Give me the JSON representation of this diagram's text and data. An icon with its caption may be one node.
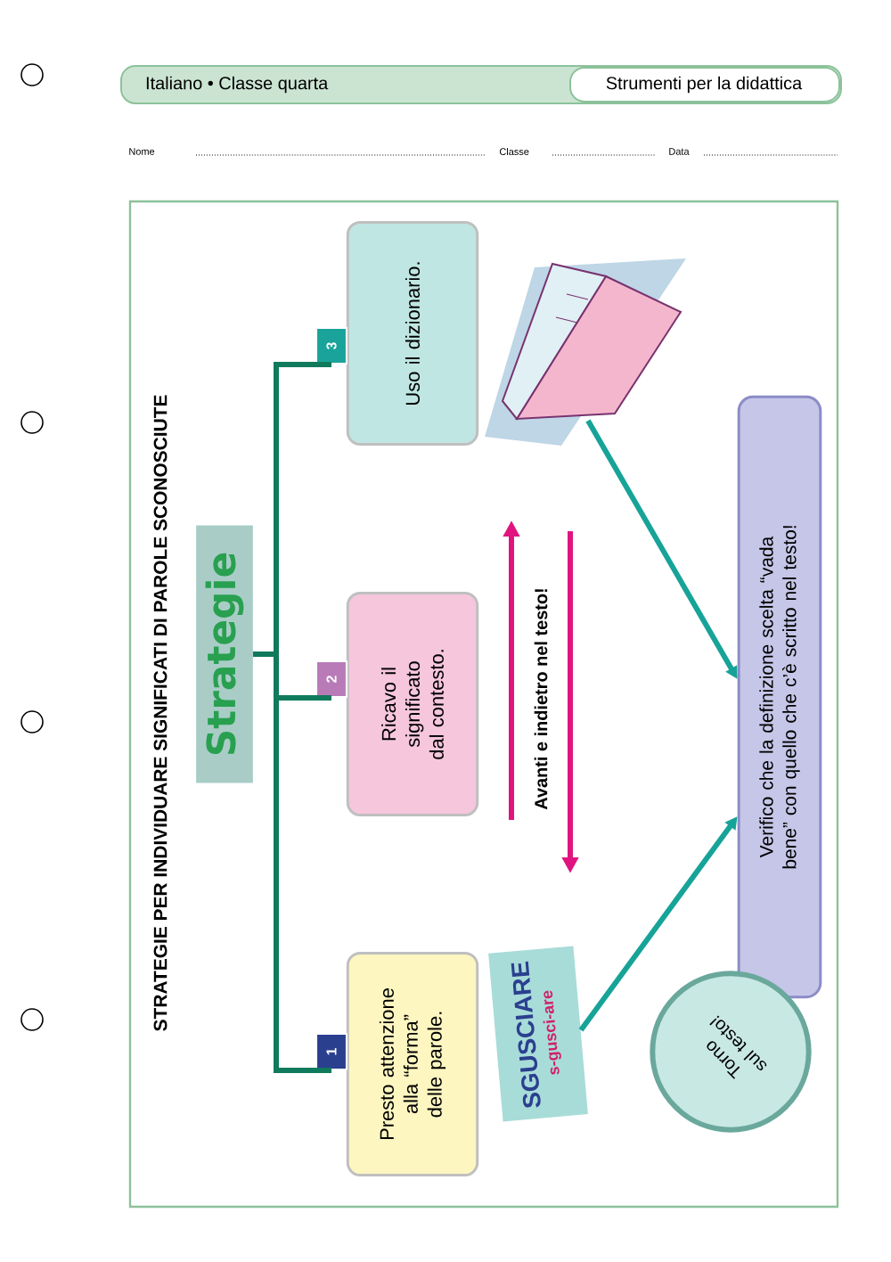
{
  "diagram": {
    "title": "STRATEGIE PER INDIVIDUARE SIGNIFICATI DI PAROLE SCONOSCIUTE",
    "nodes": [
      {
        "text": [
          "Strategie"
        ]
      },
      {
        "text": [
          "1",
          "Presto attenzione alla “forma” delle parole."
        ]
      },
      {
        "text": [
          "2",
          "Ricavo il significato dal contesto."
        ]
      },
      {
        "text": [
          "3",
          "Uso il dizionario."
        ]
      },
      {
        "text": [],
        "shape": "picture"
      },
      {
        "text": [
          "SGUSCIARE",
          "s-gusci-are"
        ]
      },
      {
        "text": [
          "Verifico che la definizione scelta “vada bene” con quello che c’è scritto nel testo!"
        ]
      },
      {
        "text": [
          "Torno sul testo!"
        ]
      }
    ],
    "edges": [
      {
        "from": 0,
        "to": 1,
        "arrow": "none"
      },
      {
        "from": 0,
        "to": 2,
        "arrow": "none"
      },
      {
        "from": 0,
        "to": 3,
        "arrow": "none"
      },
      {
        "from": 4,
        "to": 6,
        "arrow": "to",
        "color": "#17a398"
      },
      {
        "from": 5,
        "to": 6,
        "arrow": "to",
        "color": "#17a398"
      }
    ],
    "labels": [
      "Italiano • Classe quarta",
      "Strumenti per la didattica",
      "Nome",
      "Classe",
      "Data",
      "Avanti e indietro nel testo!"
    ]
  }
}
